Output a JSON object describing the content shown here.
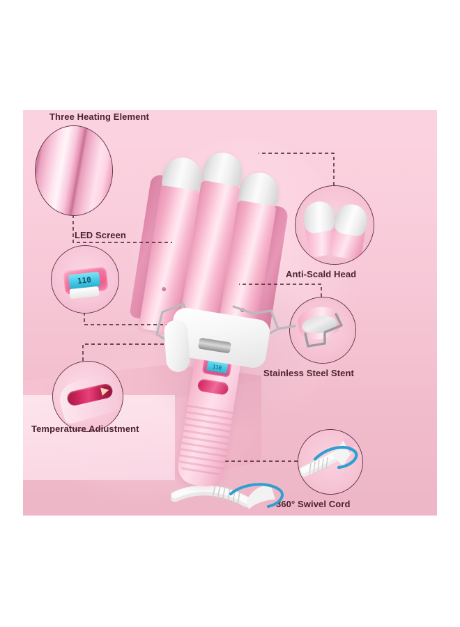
{
  "image": {
    "type": "product-infographic",
    "product": "Three-barrel hair waver / curling iron",
    "background_color": "#f6c6d5",
    "canvas_background": "#ffffff",
    "label_text_color": "#4b2231",
    "connector_line_color": "#3d2029",
    "accent_colors": {
      "barrel_pink": "#f2a8c2",
      "cap_white": "#f6f6f6",
      "led_cyan": "#3fc6e2",
      "temp_button_red": "#c92357",
      "swivel_arrow_blue": "#2f9fd0",
      "steel_gray": "#b9b9bd"
    }
  },
  "callouts": [
    {
      "id": "three-heating-element",
      "label": "Three Heating Element",
      "position": "top-left",
      "icon": "three-barrels-closeup"
    },
    {
      "id": "led-screen",
      "label": "LED Screen",
      "position": "middle-left",
      "icon": "led-display-closeup",
      "display_value": "110"
    },
    {
      "id": "temperature-adjustment",
      "label": "Temperature Adiustment",
      "position": "bottom-left",
      "icon": "temperature-button-closeup"
    },
    {
      "id": "anti-scald-head",
      "label": "Anti-Scald Head",
      "position": "top-right",
      "icon": "barrel-tips-closeup"
    },
    {
      "id": "stainless-steel-stent",
      "label": "Stainless Steel Stent",
      "position": "middle-right",
      "icon": "steel-stand-closeup"
    },
    {
      "id": "swivel-cord",
      "label": "360° Swivel Cord",
      "position": "bottom-right",
      "icon": "swivel-cord-closeup"
    }
  ],
  "product_details": {
    "handle_led_value": "110",
    "barrel_count": 3
  }
}
